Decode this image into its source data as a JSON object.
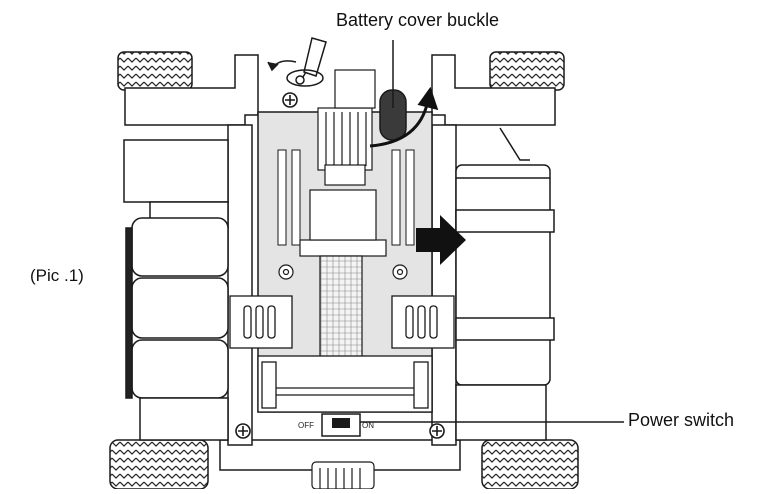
{
  "figure_label": "(Pic .1)",
  "callouts": {
    "battery_cover_buckle": "Battery cover buckle",
    "power_switch": "Power switch"
  },
  "switch_markings": {
    "off": "OFF",
    "on": "ON"
  },
  "colors": {
    "line": "#1a1a1a",
    "panel_fill": "#e4e4e4",
    "body_fill": "#ffffff",
    "arrow_fill": "#111111",
    "buckle_fill": "#3a3a3a"
  },
  "icons": [
    "screwdriver-icon",
    "rotate-arrow-icon",
    "push-arrow-icon",
    "wheel-icon",
    "screw-icon"
  ]
}
